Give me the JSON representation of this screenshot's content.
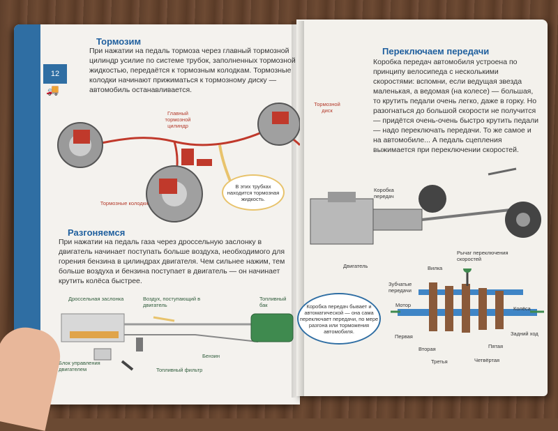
{
  "page": {
    "number": "12",
    "truck_icon": "truck-icon"
  },
  "brakes": {
    "heading": "Тормозим",
    "paragraph": "При нажатии на педаль тормоза через главный тормозной цилиндр усилие по системе трубок, заполненных тормозной жидкостью, передаётся к тормозным колодкам. Тормозные колодки начинают прижиматься к тормозному диску — автомобиль останавливается.",
    "labels": {
      "master_cylinder": "Главный тормозной цилиндр",
      "brake_disc": "Тормозной диск",
      "brake_pads": "Тормозные колодки",
      "callout": "В этих трубках находится тормозная жидкость."
    }
  },
  "acceleration": {
    "heading": "Разгоняемся",
    "paragraph": "При нажатии на педаль газа через дроссельную заслонку в двигатель начинает поступать больше воздуха, необходимого для горения бензина в цилиндрах двигателя. Чем сильнее нажим, тем больше воздуха и бензина поступает в двигатель — он начинает крутить колёса быстрее.",
    "labels": {
      "throttle": "Дроссельная заслонка",
      "air_intake": "Воздух, поступающий в двигатель",
      "fuel_tank": "Топливный бак",
      "gasoline": "Бензин",
      "fuel_filter": "Топливный фильтр",
      "control_unit": "Блок управления двигателем"
    }
  },
  "gears": {
    "heading": "Переключаем передачи",
    "paragraph": "Коробка передач автомобиля устроена по принципу велосипеда с несколькими скоростями: вспомни, если ведущая звезда маленькая, а ведомая (на колесе) — большая, то крутить педали очень легко, даже в горку. Но разогнаться до большой скорости не получится — придётся очень-очень быстро крутить педали — надо переключать передачи. То же самое и на автомобиле... А педаль сцепления выжимается при переключении скоростей.",
    "labels": {
      "gearbox": "Коробка передач",
      "engine": "Двигатель",
      "fork": "Вилка",
      "shift_lever": "Рычаг переключения скоростей",
      "gears_pair": "Зубчатые передачи",
      "motor": "Мотор",
      "wheels": "Колёса",
      "first": "Первая",
      "second": "Вторая",
      "third": "Третья",
      "fourth": "Четвёртая",
      "fifth": "Пятая",
      "reverse": "Задний ход",
      "callout": "Коробка передач бывает и автоматической — она сама переключает передачи, по мере разгона или торможения автомобиля."
    }
  },
  "colors": {
    "heading_blue": "#1f5f9e",
    "label_red": "#b43b2c",
    "cover_blue": "#2f6ea3",
    "callout_yellow": "#e8c36c",
    "tank_green": "#3f8a4f"
  }
}
